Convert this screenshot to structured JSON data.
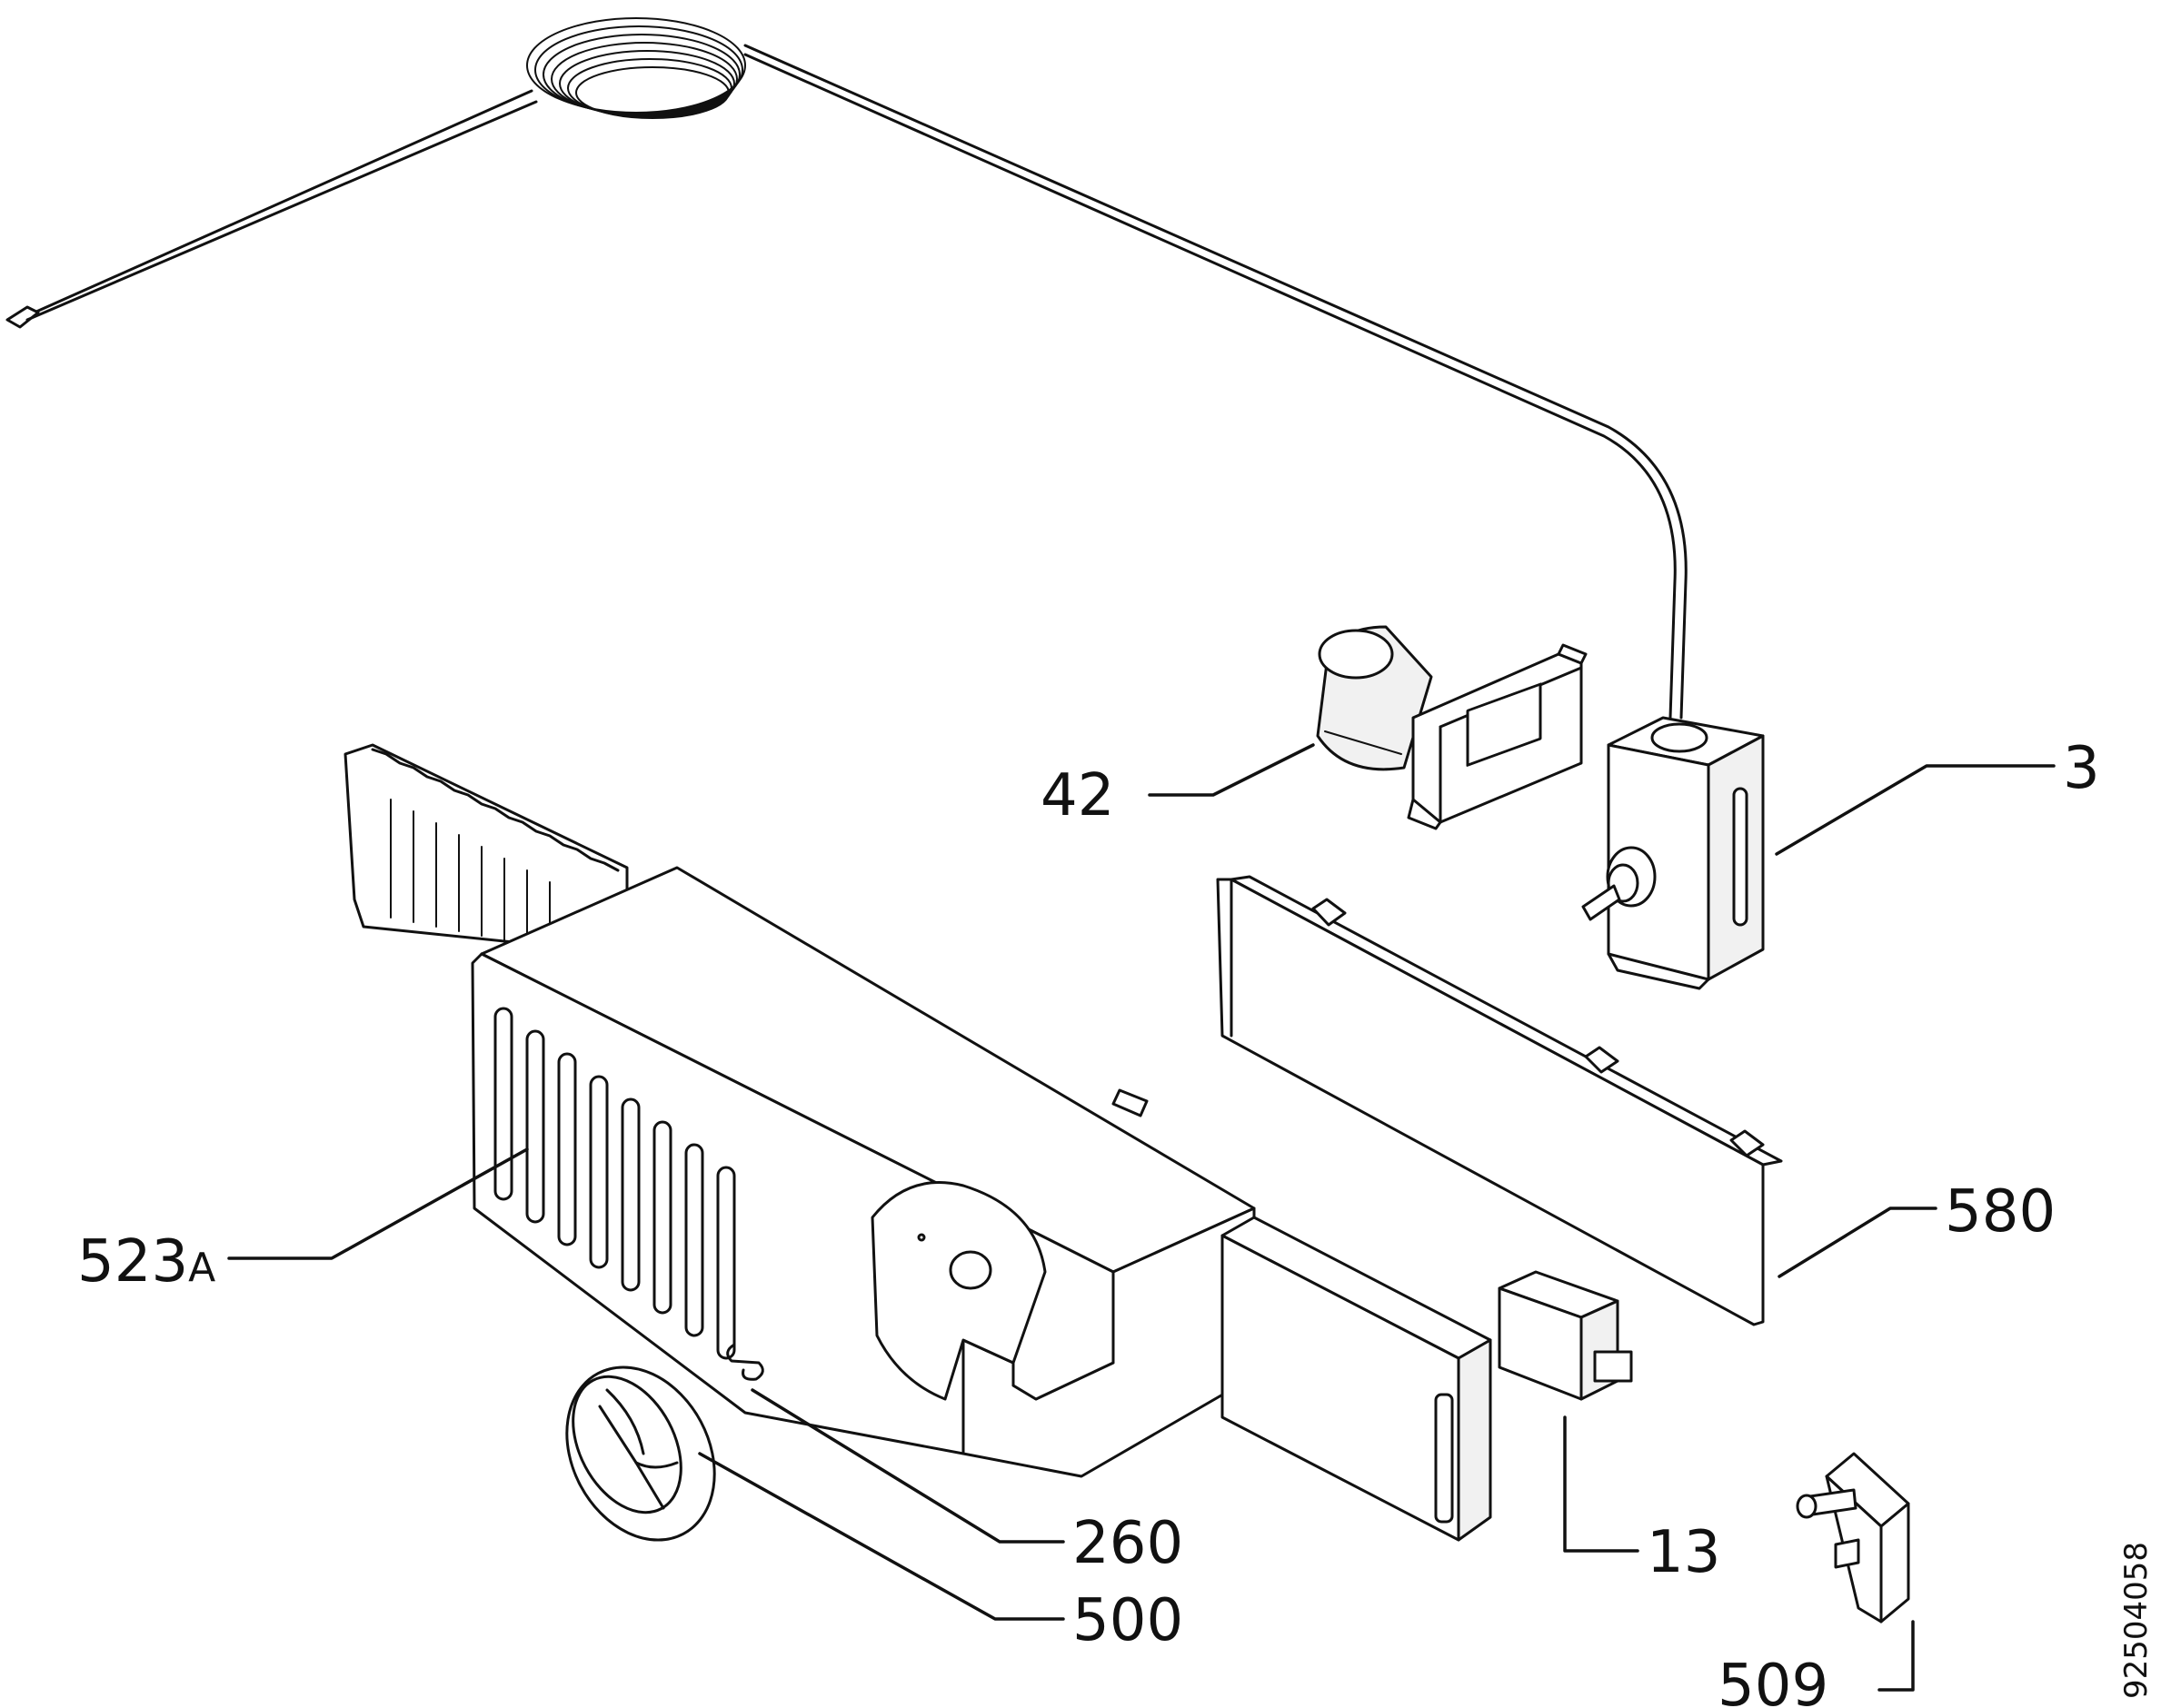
{
  "diagram": {
    "callouts": {
      "c42": "42",
      "c3": "3",
      "c580": "580",
      "c523_num": "523",
      "c523_suffix": "A",
      "c260": "260",
      "c500": "500",
      "c13": "13",
      "c509": "509"
    },
    "drawing_number": "92504058"
  }
}
